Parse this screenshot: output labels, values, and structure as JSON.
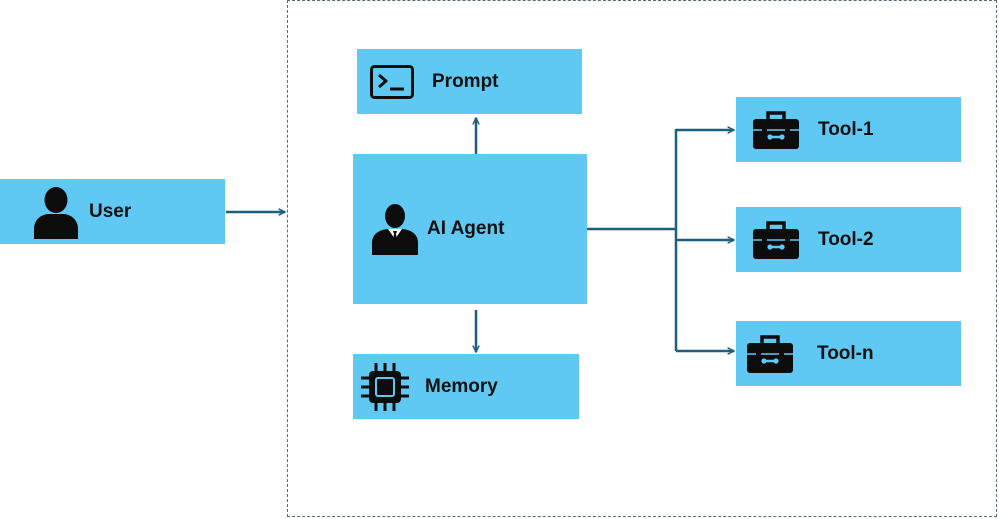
{
  "nodes": {
    "user": {
      "label": "User",
      "icon": "user-icon"
    },
    "prompt": {
      "label": "Prompt",
      "icon": "terminal-icon"
    },
    "agent": {
      "label": "AI Agent",
      "icon": "businessman-icon"
    },
    "memory": {
      "label": "Memory",
      "icon": "chip-icon"
    },
    "tool1": {
      "label": "Tool-1",
      "icon": "toolbox-icon"
    },
    "tool2": {
      "label": "Tool-2",
      "icon": "toolbox-icon"
    },
    "tooln": {
      "label": "Tool-n",
      "icon": "toolbox-icon"
    }
  },
  "colors": {
    "box_fill": "#5fc9f3",
    "arrow": "#1f5f7e",
    "icon": "#0d0d0d",
    "frame_border": "#5a6a78"
  }
}
